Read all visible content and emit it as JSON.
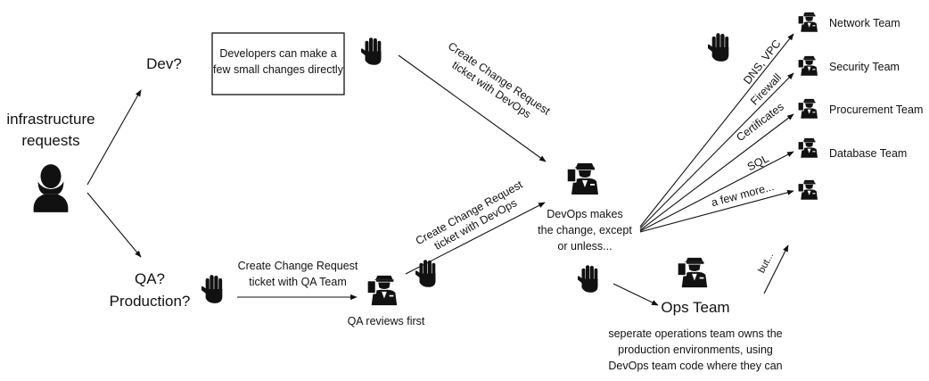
{
  "requester": {
    "title_line1": "infrastructure",
    "title_line2": "requests",
    "icon": "person-silhouette-icon"
  },
  "environments": {
    "dev": "Dev?",
    "qa_line1": "QA?",
    "qa_line2": "Production?"
  },
  "dev_note": {
    "line1": "Developers can make a",
    "line2": "few small changes directly"
  },
  "edges": {
    "dev_to_devops_line1": "Create Change Request",
    "dev_to_devops_line2": "ticket with DevOps",
    "qa_to_qateam_line1": "Create Change Request",
    "qa_to_qateam_line2": "ticket with QA Team",
    "qateam_to_devops_line1": "Create Change Request",
    "qateam_to_devops_line2": "ticket with DevOps",
    "to_network": "DNS, VPC",
    "to_security": "Firewall",
    "to_procurement": "Certificates",
    "to_database": "SQL",
    "to_more": "a few more...",
    "ops_but": "but..."
  },
  "qa_team": {
    "caption": "QA reviews first"
  },
  "devops": {
    "line1": "DevOps makes",
    "line2": "the change, except",
    "line3": "or unless..."
  },
  "ops": {
    "title": "Ops Team",
    "desc_line1": "seperate operations team owns the",
    "desc_line2": "production environments, using",
    "desc_line3": "DevOps team code where they can"
  },
  "teams": [
    {
      "label": "Network Team"
    },
    {
      "label": "Security Team"
    },
    {
      "label": "Procurement Team"
    },
    {
      "label": "Database Team"
    },
    {
      "label": ""
    }
  ],
  "icons": {
    "stop": "stop-hand-icon",
    "officer": "officer-icon"
  },
  "colors": {
    "ink": "#111111",
    "background": "#ffffff"
  }
}
